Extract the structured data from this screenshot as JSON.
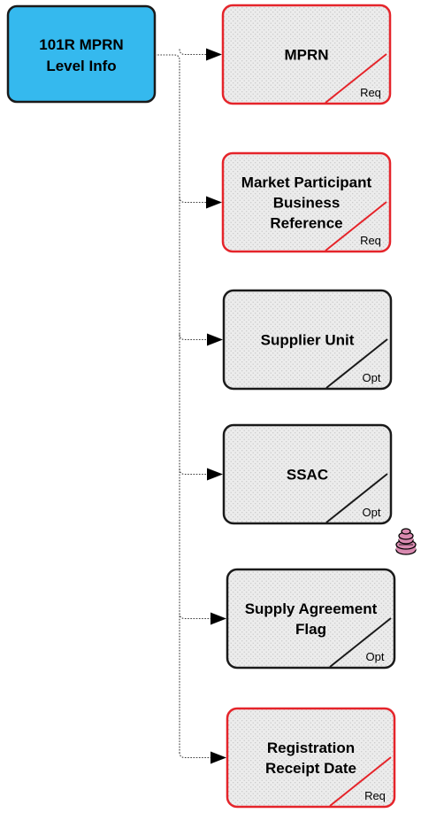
{
  "colors": {
    "root_fill": "#35b9ee",
    "required_border": "#e5242a",
    "optional_border": "#1a1a1a",
    "box_fill": "#ececec",
    "pattern_dots": "#c8c8c8",
    "connector": "#3a3a3a",
    "stack_icon_fill": "#d98ab0"
  },
  "root": {
    "line1": "101R MPRN",
    "line2": "Level Info"
  },
  "nodes": [
    {
      "lines": [
        "MPRN"
      ],
      "tag": "Req",
      "required": true
    },
    {
      "lines": [
        "Market Participant",
        "Business",
        "Reference"
      ],
      "tag": "Req",
      "required": true
    },
    {
      "lines": [
        "Supplier Unit"
      ],
      "tag": "Opt",
      "required": false
    },
    {
      "lines": [
        "SSAC"
      ],
      "tag": "Opt",
      "required": false
    },
    {
      "lines": [
        "Supply Agreement",
        "Flag"
      ],
      "tag": "Opt",
      "required": false
    },
    {
      "lines": [
        "Registration",
        "Receipt Date"
      ],
      "tag": "Req",
      "required": true
    }
  ],
  "side_icon": "stacked-disks-icon"
}
